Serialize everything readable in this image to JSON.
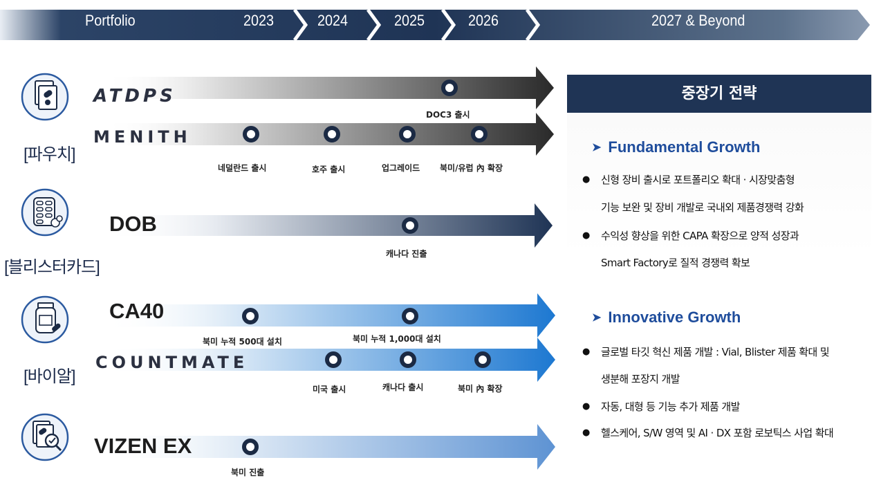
{
  "header": {
    "portfolio": "Portfolio",
    "years": [
      "2023",
      "2024",
      "2025",
      "2026"
    ],
    "beyond": "2027 & Beyond"
  },
  "categories": {
    "pouch": "[파우치]",
    "blister": "[블리스터카드]",
    "vial": "[바이알]"
  },
  "products": {
    "atdps": {
      "name": "ATDPS",
      "milestones": [
        "DOC3 출시"
      ]
    },
    "menith": {
      "name": "MENITH",
      "milestones": [
        "네덜란드 출시",
        "호주 출시",
        "업그레이드",
        "북미/유럽 內 확장"
      ]
    },
    "dob": {
      "name": "DOB",
      "milestones": [
        "캐나다 진출"
      ]
    },
    "ca40": {
      "name": "CA40",
      "milestones": [
        "북미 누적 500대 설치",
        "북미 누적 1,000대 설치"
      ]
    },
    "countmate": {
      "name": "COUNTMATE",
      "milestones": [
        "미국 출시",
        "캐나다 출시",
        "북미 內 확장"
      ]
    },
    "vizen": {
      "name": "VIZEN EX",
      "milestones": [
        "북미 진출"
      ]
    }
  },
  "strategy": {
    "title": "중장기 전략",
    "fundamental": {
      "heading": "Fundamental Growth",
      "lines": [
        "신형 장비 출시로 포트폴리오 확대 · 시장맞춤형",
        "기능 보완 및 장비 개발로 국내외 제품경쟁력 강화",
        "수익성 향상을 위한 CAPA 확장으로 양적 성장과",
        "Smart Factory로 질적 경쟁력 확보"
      ]
    },
    "innovative": {
      "heading": "Innovative Growth",
      "lines": [
        "글로벌 타깃 혁신 제품 개발 : Vial, Blister 제품 확대 및",
        "생분해 포장지 개발",
        "자동, 대형 등 기능 추가 제품 개발",
        "헬스케어, S/W 영역 및 AI · DX 포함 로보틱스 사업 확대"
      ]
    }
  },
  "colors": {
    "header_dark": "#1f3455",
    "panel_title": "#1f3455",
    "accent_blue": "#1f4d9c",
    "arrow_dark": "#2e2e2e",
    "arrow_navy": "#1f3455",
    "arrow_blue": "#1f7ad0"
  }
}
